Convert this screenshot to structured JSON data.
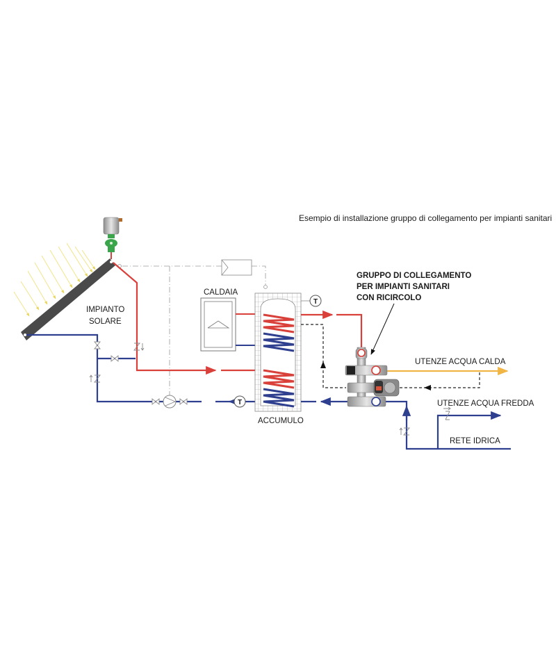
{
  "caption": "Esempio di installazione gruppo di collegamento per impianti sanitari",
  "labels": {
    "solar": [
      "IMPIANTO",
      "SOLARE"
    ],
    "boiler": "CALDAIA",
    "storage": "ACCUMULO",
    "group": [
      "GRUPPO DI COLLEGAMENTO",
      "PER IMPIANTI SANITARI",
      "CON RICIRCOLO"
    ],
    "hot_users": "UTENZE ACQUA CALDA",
    "cold_users": "UTENZE ACQUA FREDDA",
    "mains": "RETE IDRICA",
    "thermometer_symbol": "T"
  },
  "colors": {
    "hot_pipe": "#d9403a",
    "cold_pipe": "#2e3f8f",
    "dhw_pipe": "#f0b545",
    "collector": "#4a4a4a",
    "sun_rays": "#f2e48a",
    "air_vent_valve": "#3aa54a",
    "control_line": "#9a9a9a",
    "recirculation": "#222222"
  }
}
